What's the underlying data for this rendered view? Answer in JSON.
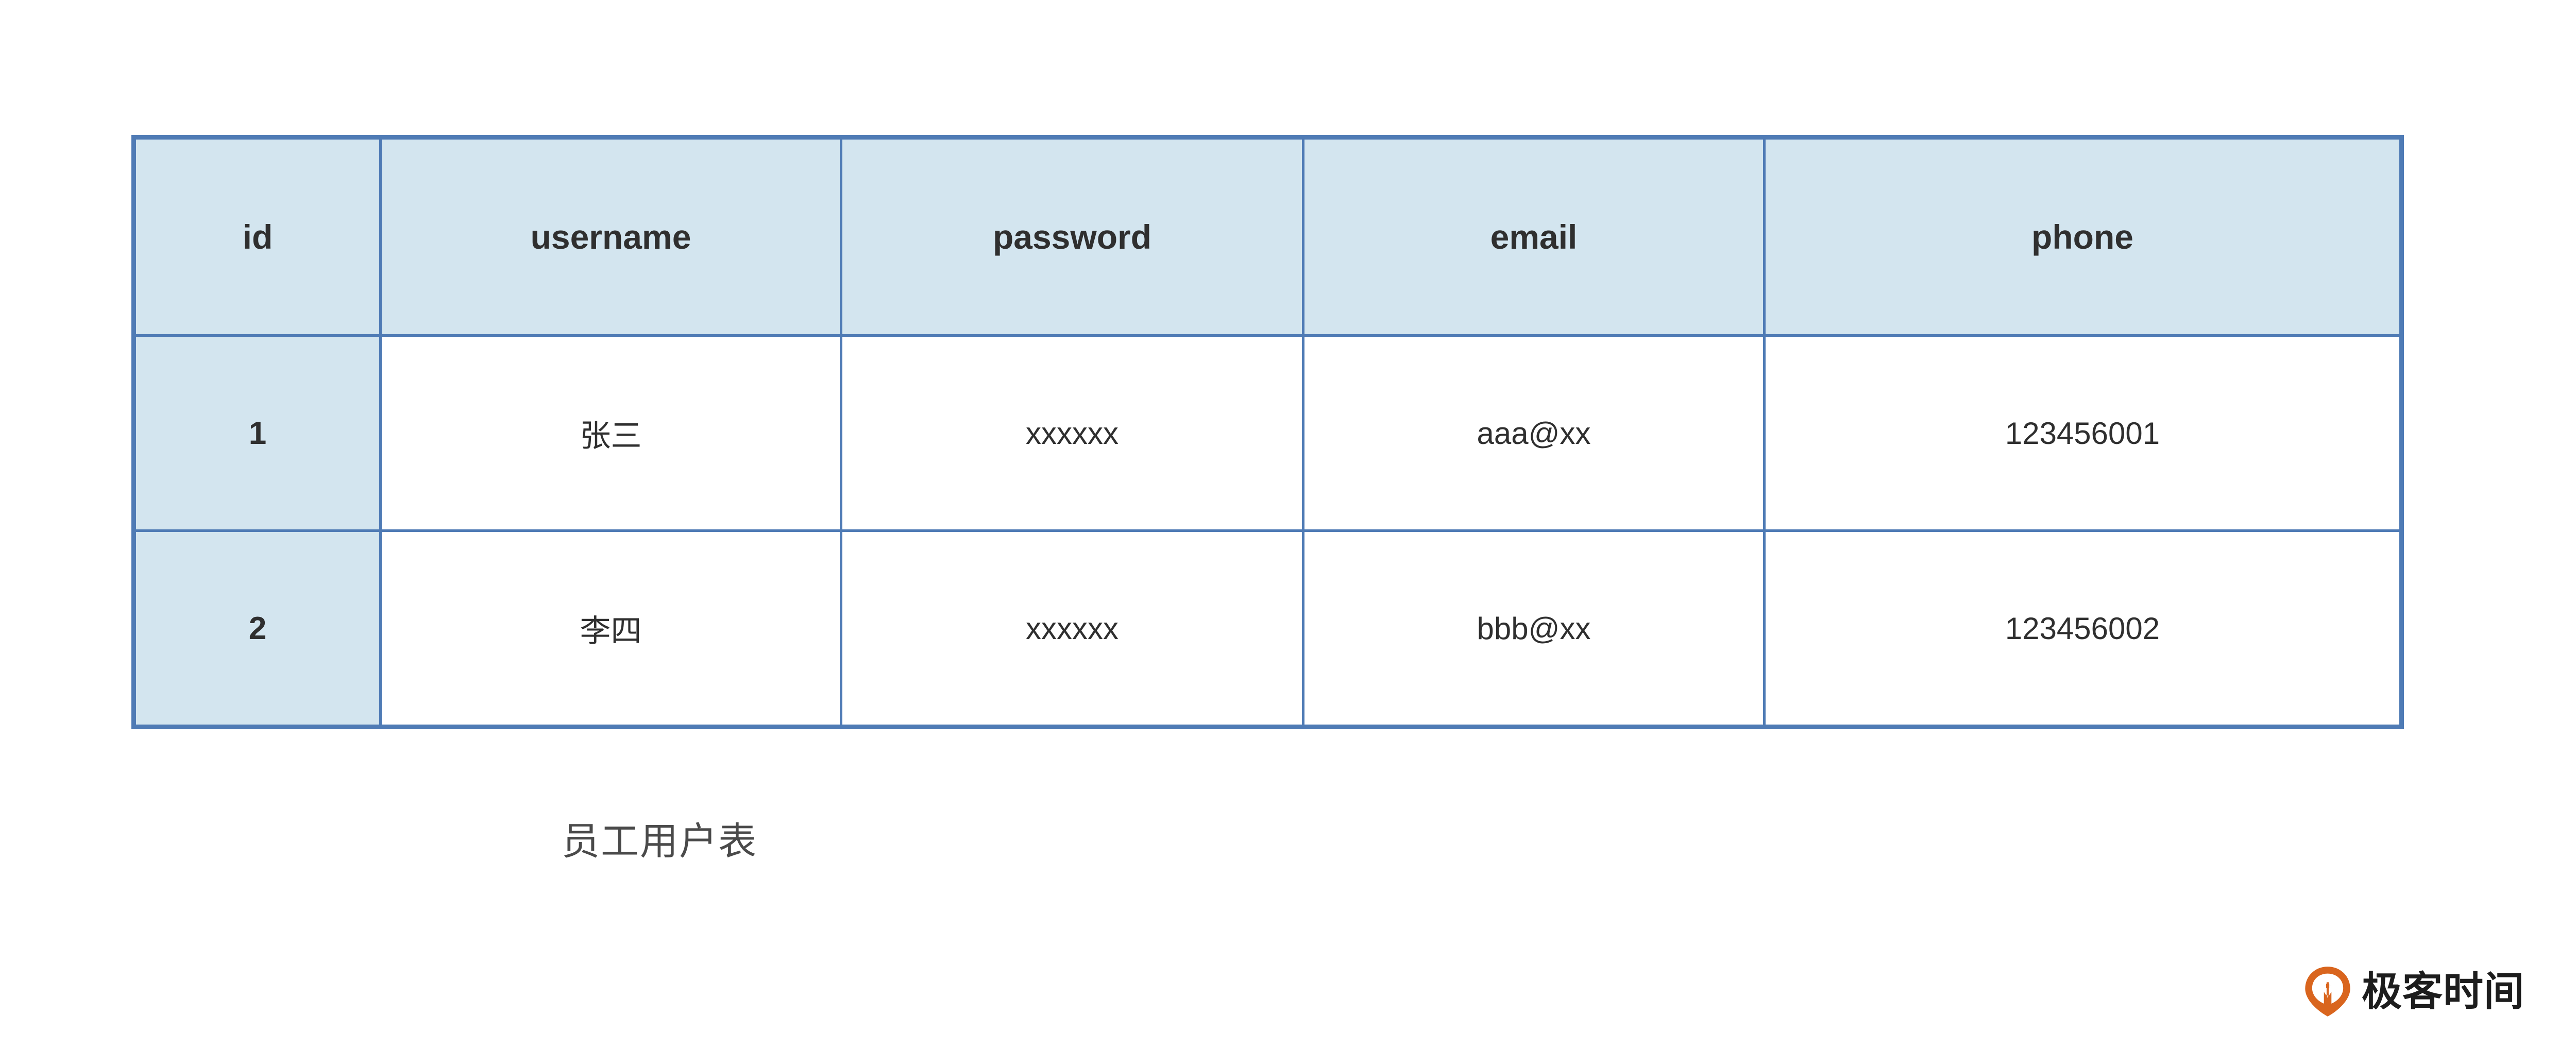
{
  "table": {
    "columns": [
      {
        "key": "id",
        "label": "id"
      },
      {
        "key": "username",
        "label": "username"
      },
      {
        "key": "password",
        "label": "password"
      },
      {
        "key": "email",
        "label": "email"
      },
      {
        "key": "phone",
        "label": "phone"
      }
    ],
    "rows": [
      {
        "id": "1",
        "username": "张三",
        "password": "xxxxxx",
        "email": "aaa@xx",
        "phone": "123456001"
      },
      {
        "id": "2",
        "username": "李四",
        "password": "xxxxxx",
        "email": "bbb@xx",
        "phone": "123456002"
      }
    ]
  },
  "caption": {
    "text": "员工用户表"
  },
  "watermark": {
    "brand": "极客时间",
    "mark_icon": "geektime-pin-icon",
    "mark_color": "#D9651E"
  },
  "colors": {
    "border": "#4F7BB5",
    "header_fill": "#D3E5EF",
    "id_fill": "#D3E5EF",
    "body_fill": "#FFFFFF",
    "text": "#2F2F2F",
    "caption_text": "#4A4A4A",
    "brand_orange": "#D9651E"
  }
}
